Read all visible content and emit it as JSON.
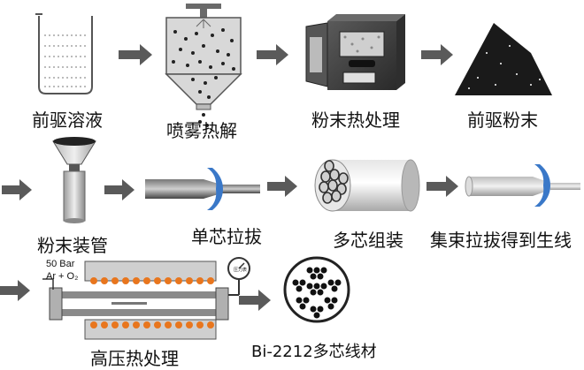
{
  "steps": {
    "precursor_solution": "前驱溶液",
    "spray_pyrolysis": "喷雾热解",
    "powder_heat_treatment": "粉末热处理",
    "precursor_powder": "前驱粉末",
    "powder_tube_filling": "粉末装管",
    "monofilament_drawing": "单芯拉拔",
    "multifilament_assembly": "多芯组装",
    "bundle_drawing": "集束拉拔得到生线",
    "high_pressure_heat_treatment": "高压热处理",
    "final_wire": "Bi-2212多芯线材"
  },
  "hp_chamber": {
    "pressure_label": "50 Bar",
    "gas_label": "Ar + O₂",
    "gauge_label": "压力表"
  },
  "colors": {
    "arrow": "#5a5a5a",
    "furnace_fill": "#cfcfcf",
    "heater_dot": "#e8761e",
    "tube_fill": "#8a8a8a",
    "clamp_blue": "#3a78c8"
  }
}
